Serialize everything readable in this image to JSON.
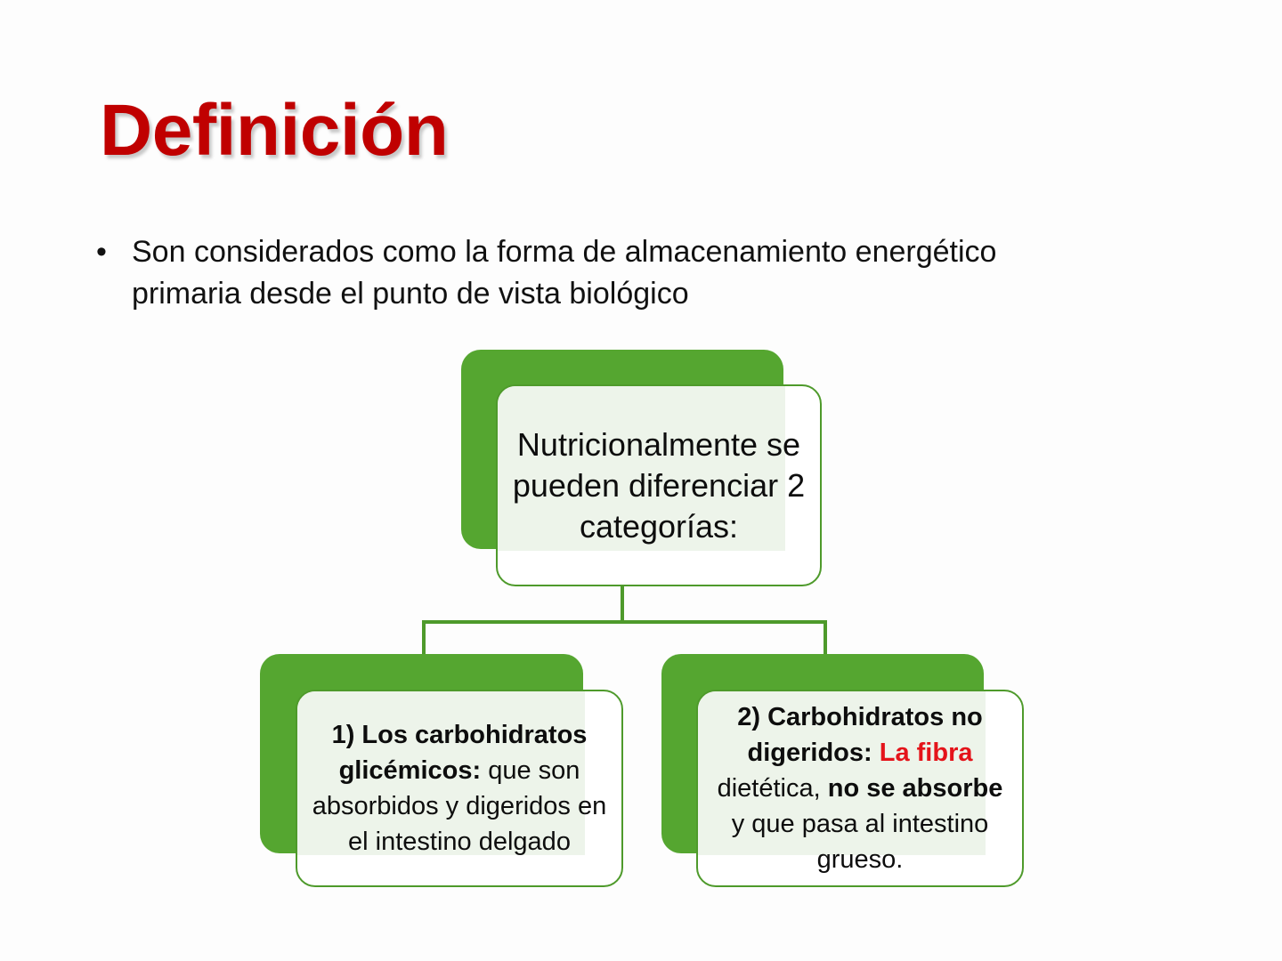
{
  "slide": {
    "title": "Definición",
    "title_color": "#c00000",
    "background": "#fdfdfd"
  },
  "bullet": {
    "marker": "•",
    "line1": "Son considerados como la forma de almacenamiento energético",
    "line2": "primaria desde el punto de vista biológico",
    "full_text": "Son considerados como la forma de almacenamiento energético primaria desde el punto de vista biológico"
  },
  "diagram": {
    "accent_green": "#55A630",
    "border_green": "#4E9A2B",
    "card_tint": "#EDF4EA",
    "highlight_red": "#e4131a",
    "root": {
      "text": "Nutricionalmente se pueden diferenciar 2 categorías:"
    },
    "branch_left": {
      "bold_lead": "1) Los carbohidratos glicémicos:",
      "rest": " que son absorbidos y digeridos en el intestino delgado"
    },
    "branch_right": {
      "bold_lead": "2) Carbohidratos no digeridos:",
      "red_phrase": "La fibra",
      "mid_text": " dietética, ",
      "bold_mid": "no se absorbe",
      "tail_text": " y que pasa al intestino grueso."
    }
  }
}
